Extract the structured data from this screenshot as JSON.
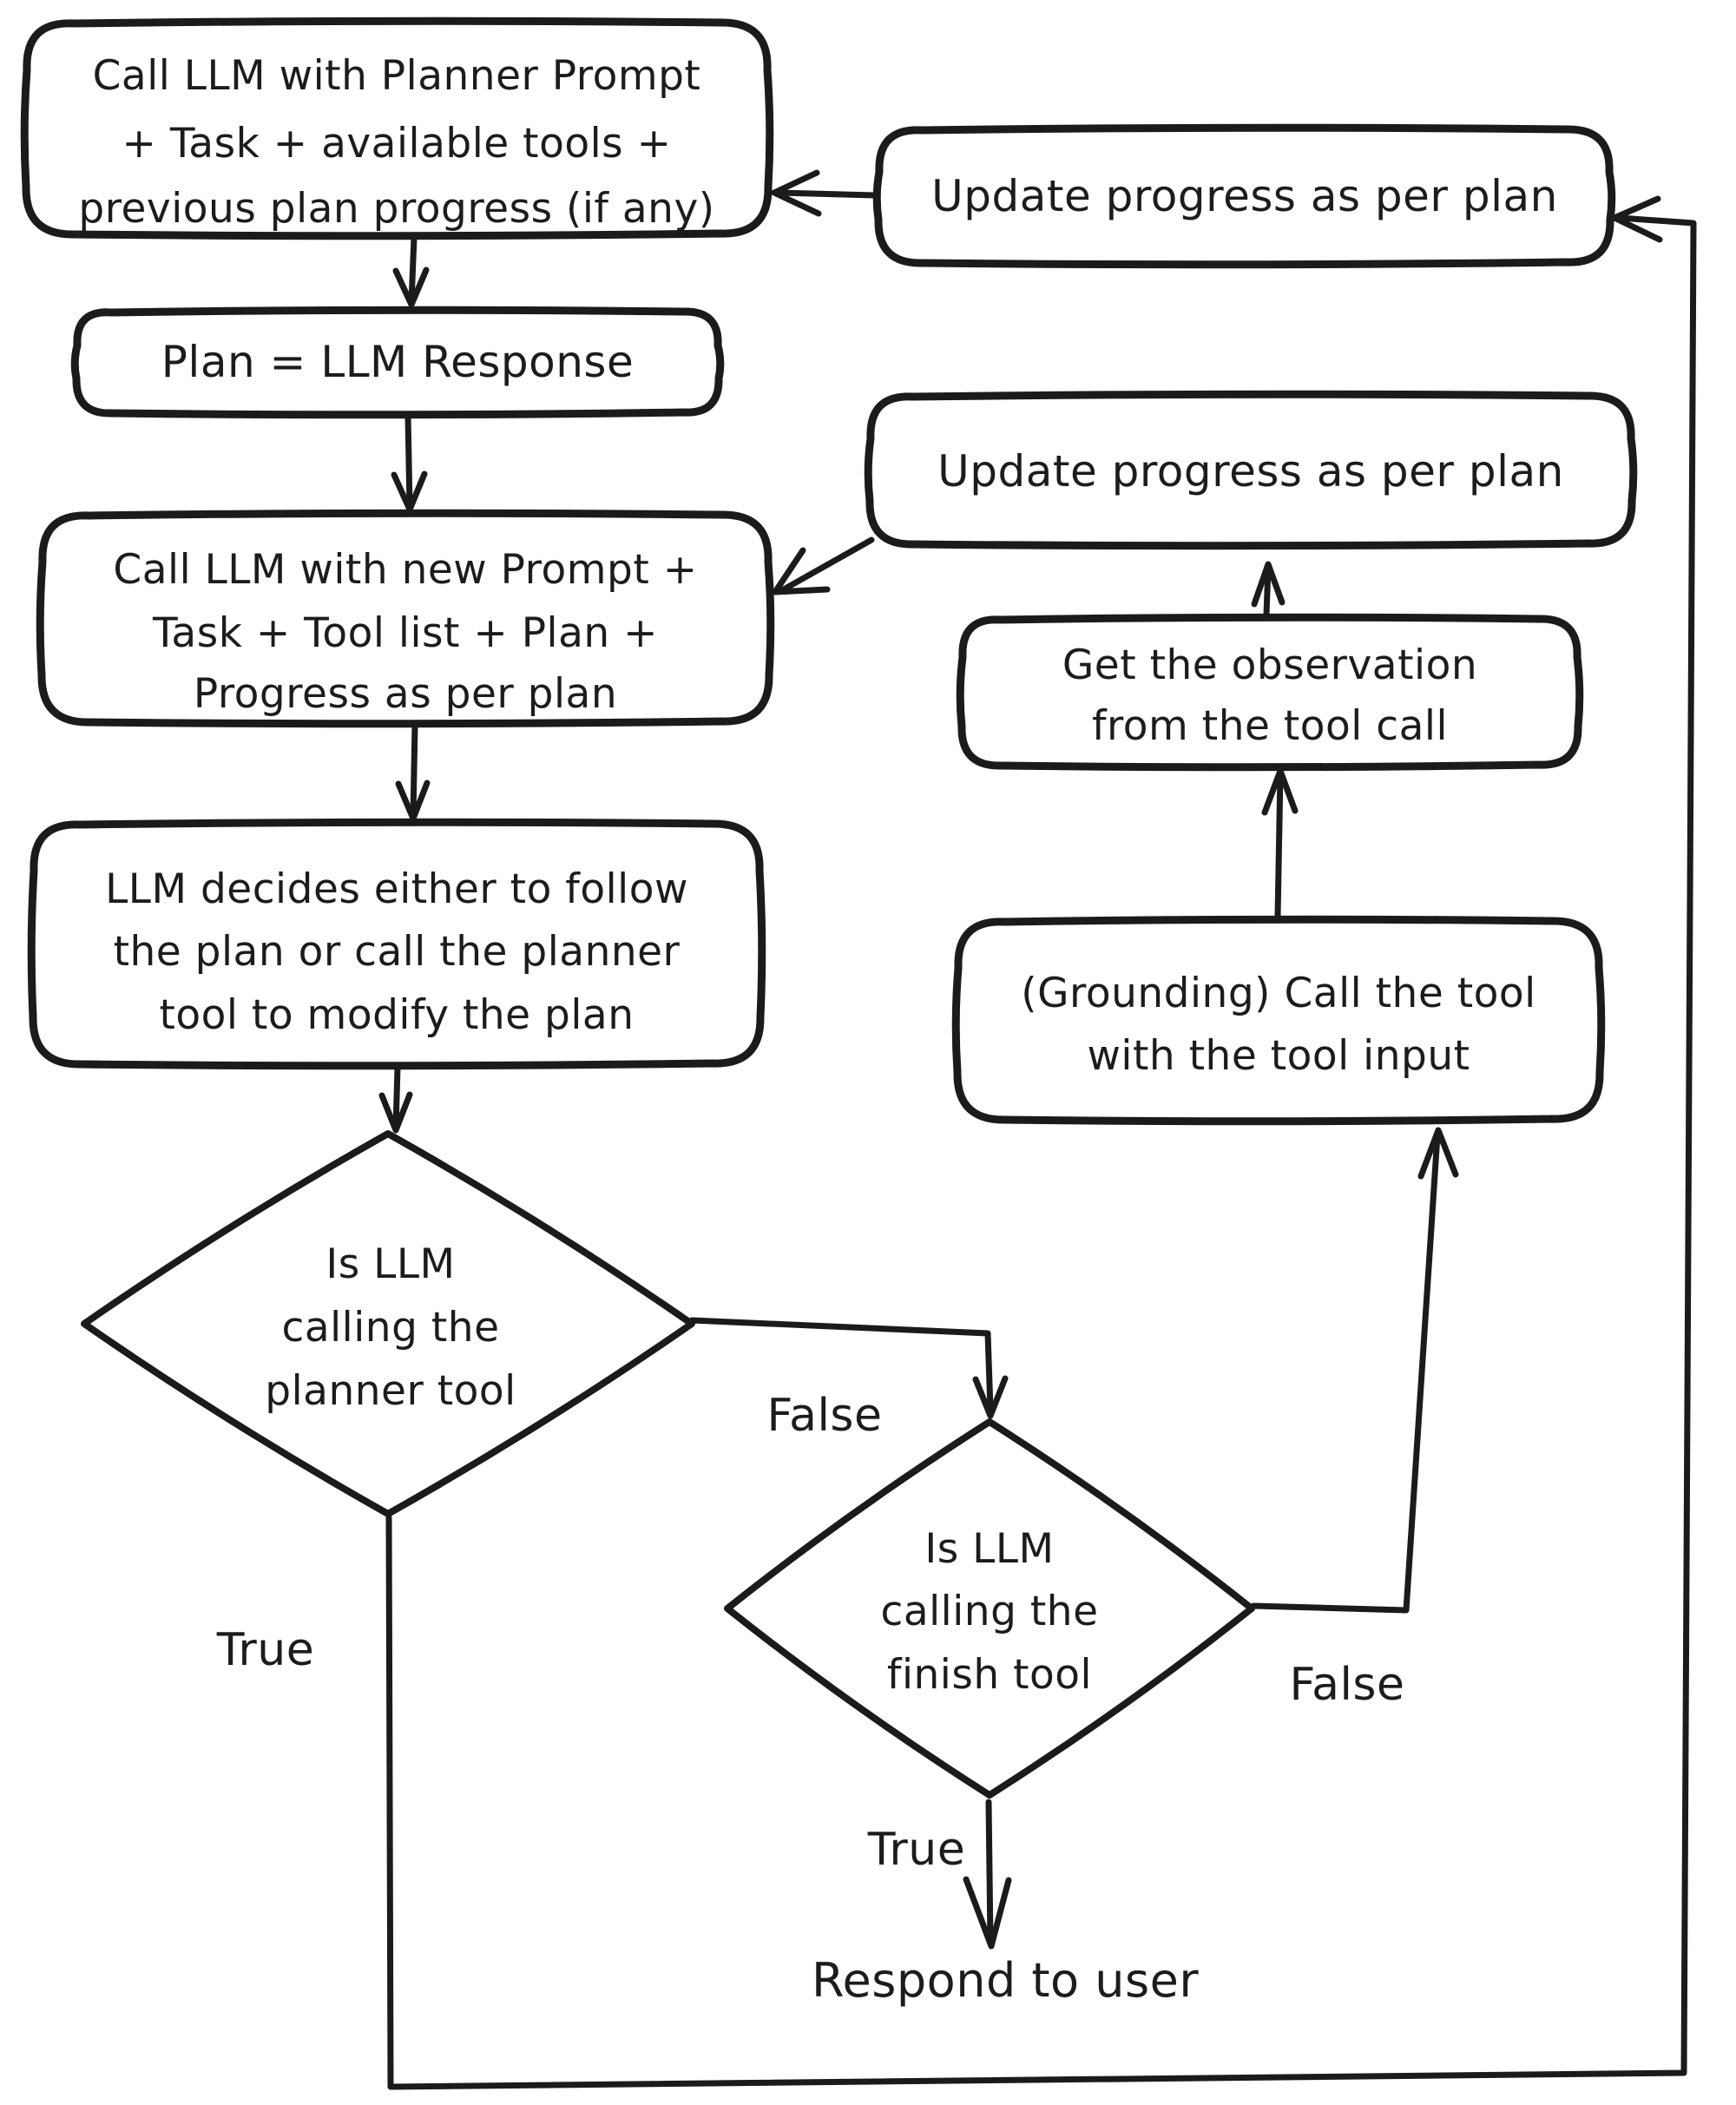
{
  "diagram": {
    "type": "flowchart",
    "background_color": "#ffffff",
    "ink_color": "#1b1b1b",
    "nodes": {
      "call_llm_planner": {
        "shape": "rounded-rect",
        "lines": [
          "Call LLM with Planner Prompt",
          "+ Task + available tools +",
          "previous plan progress (if any)"
        ]
      },
      "update_progress_top": {
        "shape": "rounded-rect",
        "lines": [
          "Update progress as per plan"
        ]
      },
      "plan_response": {
        "shape": "rounded-rect",
        "lines": [
          "Plan = LLM Response"
        ]
      },
      "call_llm_new": {
        "shape": "rounded-rect",
        "lines": [
          "Call LLM with new Prompt +",
          "Task + Tool list + Plan +",
          "Progress as per plan"
        ]
      },
      "update_progress_mid": {
        "shape": "rounded-rect",
        "lines": [
          "Update progress as per plan"
        ]
      },
      "get_observation": {
        "shape": "rounded-rect",
        "lines": [
          "Get the observation",
          "from the tool call"
        ]
      },
      "llm_decides": {
        "shape": "rounded-rect",
        "lines": [
          "LLM decides either to follow",
          "the plan or call the planner",
          "tool to modify the plan"
        ]
      },
      "grounding_call_tool": {
        "shape": "rounded-rect",
        "lines": [
          "(Grounding) Call the tool",
          "with the tool input"
        ]
      },
      "is_calling_planner": {
        "shape": "diamond",
        "lines": [
          "Is LLM",
          "calling the",
          "planner tool"
        ]
      },
      "is_calling_finish": {
        "shape": "diamond",
        "lines": [
          "Is LLM",
          "calling the",
          "finish tool"
        ]
      }
    },
    "labels": {
      "planner_false": "False",
      "planner_true": "True",
      "finish_false": "False",
      "finish_true": "True",
      "respond_to_user": "Respond to user"
    },
    "edges": [
      {
        "from": "call_llm_planner",
        "to": "plan_response",
        "label": ""
      },
      {
        "from": "plan_response",
        "to": "call_llm_new",
        "label": ""
      },
      {
        "from": "call_llm_new",
        "to": "llm_decides",
        "label": ""
      },
      {
        "from": "llm_decides",
        "to": "is_calling_planner",
        "label": ""
      },
      {
        "from": "is_calling_planner",
        "to": "is_calling_finish",
        "label": "False"
      },
      {
        "from": "is_calling_planner",
        "to": "update_progress_top",
        "label": "True"
      },
      {
        "from": "update_progress_top",
        "to": "call_llm_planner",
        "label": ""
      },
      {
        "from": "is_calling_finish",
        "to": "grounding_call_tool",
        "label": "False"
      },
      {
        "from": "is_calling_finish",
        "to": "respond_to_user",
        "label": "True"
      },
      {
        "from": "grounding_call_tool",
        "to": "get_observation",
        "label": ""
      },
      {
        "from": "get_observation",
        "to": "update_progress_mid",
        "label": ""
      },
      {
        "from": "update_progress_mid",
        "to": "call_llm_new",
        "label": ""
      }
    ]
  }
}
